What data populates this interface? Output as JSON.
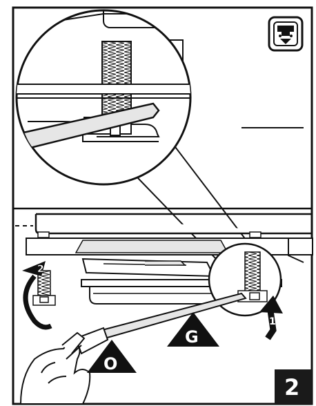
{
  "labels": {
    "step_number": "2",
    "marker_g": "G",
    "marker_o": "O",
    "arrow_left_number": "2",
    "arrow_right_number": "1"
  },
  "colors": {
    "ink": "#111111",
    "paper": "#ffffff",
    "shade": "#e6e6e6",
    "badge": "#1a1a1a"
  },
  "icons": {
    "corner": "appliance-adjust-icon"
  }
}
